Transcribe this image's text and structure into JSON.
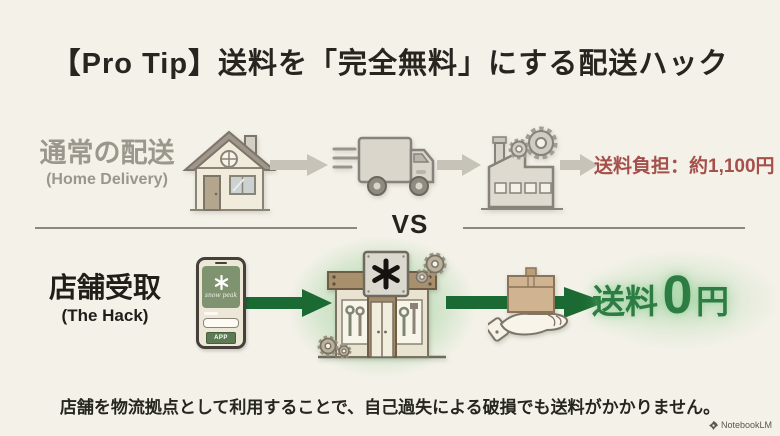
{
  "title": "【Pro Tip】送料を「完全無料」にする配送ハック",
  "normal_row": {
    "label_ja": "通常の配送",
    "label_en": "(Home Delivery)",
    "cost_text": "送料負担：約1,100円",
    "icons": [
      "house-icon",
      "truck-icon",
      "factory-icon"
    ]
  },
  "vs_label": "VS",
  "hack_row": {
    "label_ja": "店舗受取",
    "label_en": "(The Hack)",
    "phone": {
      "logo_icon": "snowpeak-asterisk",
      "brand": "snow peak",
      "app_label": "APP"
    },
    "store_sign_icon": "snowpeak-asterisk",
    "icons": [
      "smartphone-icon",
      "store-icon",
      "hand-box-icon"
    ],
    "result_prefix": "送料",
    "result_zero": "0",
    "result_suffix": "円"
  },
  "caption": "店舗を物流拠点として利用することで、自己過失による破損でも送料がかかりません。",
  "watermark_label": "NotebookLM",
  "colors": {
    "background": "#f3f1e8",
    "title_text": "#26251f",
    "muted_gray": "#9c978c",
    "cost_red": "#a5504a",
    "result_green": "#2d7c43",
    "arrow_green": "#1c6a33",
    "arrow_gray": "#c7c3b8"
  }
}
